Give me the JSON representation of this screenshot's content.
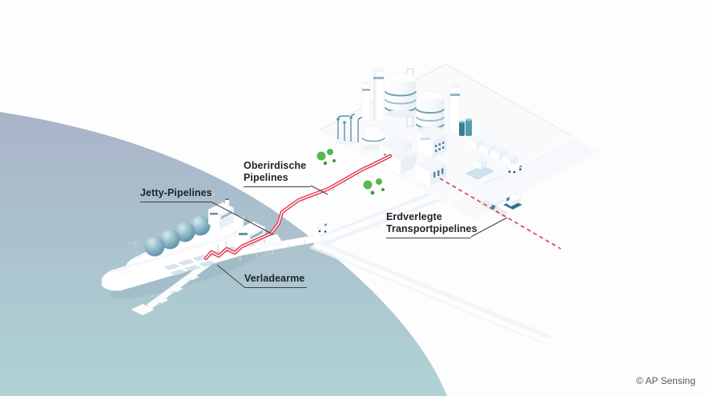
{
  "labels": {
    "jetty_pipelines": "Jetty-Pipelines",
    "oberirdische_pipelines": {
      "line1": "Oberirdische",
      "line2": "Pipelines"
    },
    "verladearme": "Verladearme",
    "erdverlegte_transportpipelines": {
      "line1": "Erdverlegte",
      "line2": "Transportpipelines"
    }
  },
  "copyright": "© AP Sensing",
  "colors": {
    "pipeline_red": "#E6394F",
    "buried_pipeline_red": "#E8485E",
    "water_top": "#A9B4C9",
    "water_bottom": "#AED3D4",
    "accent_teal": "#4A849B",
    "tree_green": "#56B94B",
    "tree_green_dark": "#3F9B38",
    "label_text": "#1F2326",
    "leader_line": "#3C4044",
    "copyright_text": "#55595E"
  },
  "scene": {
    "description": "Isometric illustration of an LNG import terminal with fiber-sensing pipeline routes",
    "elements": [
      "water",
      "lng-carrier-ship-with-spherical-tanks",
      "lng-carrier-ship",
      "jetty-platform",
      "loading-arms",
      "jetty-walkway",
      "jetty-pipeline-red",
      "above-ground-pipeline-red",
      "buried-transport-pipeline-dashed",
      "terminal-plant-platform",
      "storage-tanks",
      "chimney-stacks",
      "dome-tank",
      "process-columns",
      "buildings",
      "truck-bays",
      "pool",
      "trucks",
      "excavator",
      "trench",
      "trees",
      "coastal-road"
    ]
  }
}
